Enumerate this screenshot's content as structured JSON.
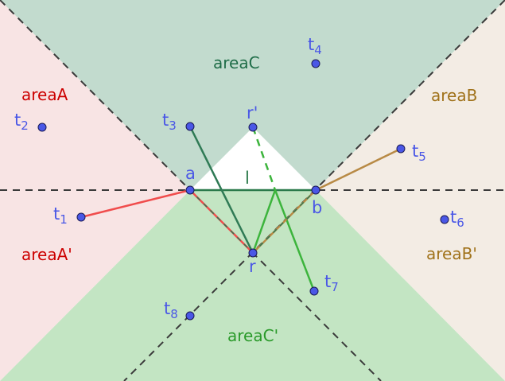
{
  "colors": {
    "area_a": "#f8e4e4",
    "area_b": "#f3ece4",
    "area_c": "#c2dbce",
    "area_c_prime": "#c3e5c3",
    "dash": "#3a3a3a",
    "point_fill": "#4a57e6",
    "point_label": "#4a57e6",
    "area_a_label": "#cc0000",
    "area_b_label": "#a0721a",
    "area_c_label": "#1f6d48",
    "area_c_prime_label": "#2a9a2a",
    "segment_red": "#f04c4c",
    "segment_dark_green": "#2f7a55",
    "segment_green": "#3cb43c",
    "segment_brown": "#b88a45",
    "line_l": "#2b7a4b"
  },
  "region_labels": {
    "area_a": "areaA",
    "area_a_prime": "areaA'",
    "area_b": "areaB",
    "area_b_prime": "areaB'",
    "area_c": "areaC",
    "area_c_prime": "areaC'"
  },
  "points": {
    "a": {
      "label": "a"
    },
    "b": {
      "label": "b"
    },
    "r": {
      "label": "r"
    },
    "r_prime": {
      "label": "r'"
    },
    "l": {
      "label": "l"
    },
    "t1": {
      "main": "t",
      "sub": "1"
    },
    "t2": {
      "main": "t",
      "sub": "2"
    },
    "t3": {
      "main": "t",
      "sub": "3"
    },
    "t4": {
      "main": "t",
      "sub": "4"
    },
    "t5": {
      "main": "t",
      "sub": "5"
    },
    "t6": {
      "main": "t",
      "sub": "6"
    },
    "t7": {
      "main": "t",
      "sub": "7"
    },
    "t8": {
      "main": "t",
      "sub": "8"
    }
  }
}
